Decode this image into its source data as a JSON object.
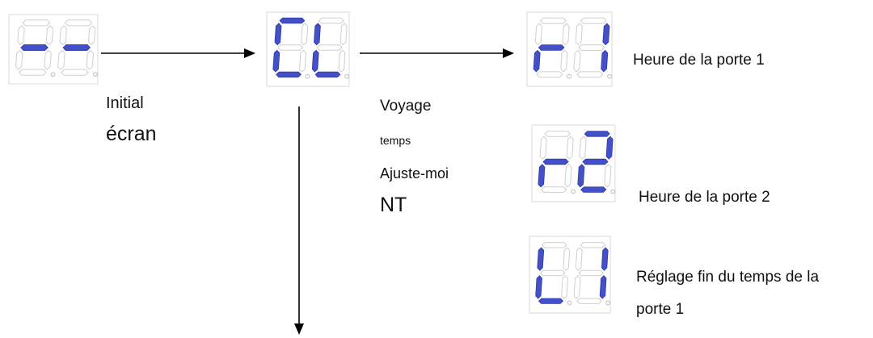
{
  "displays": [
    {
      "id": "initial",
      "segments": [
        [
          "g"
        ],
        [
          "g"
        ]
      ]
    },
    {
      "id": "cl",
      "segments": [
        [
          "a",
          "e",
          "f",
          "d"
        ],
        [
          "e",
          "f",
          "d"
        ]
      ]
    },
    {
      "id": "r1",
      "segments": [
        [
          "e",
          "g"
        ],
        [
          "b",
          "c"
        ]
      ]
    },
    {
      "id": "r2",
      "segments": [
        [
          "e",
          "g"
        ],
        [
          "a",
          "b",
          "g",
          "e",
          "d"
        ]
      ]
    },
    {
      "id": "l1",
      "segments": [
        [
          "e",
          "f",
          "d"
        ],
        [
          "b",
          "c"
        ]
      ]
    }
  ],
  "labels": {
    "initial_line1": "Initial",
    "initial_line2": "écran",
    "travel_line1": "Voyage",
    "travel_line2": "temps",
    "travel_line3": "Ajuste-moi",
    "travel_line4": "NT",
    "door1_time": "Heure de la porte 1",
    "door2_time": "Heure de la porte 2",
    "fine_line1": "Réglage fin du temps de la",
    "fine_line2": "porte 1"
  },
  "colors": {
    "segment_on": "#4350c8",
    "segment_off_outline": "#cfcfcf",
    "arrow": "#000000"
  }
}
